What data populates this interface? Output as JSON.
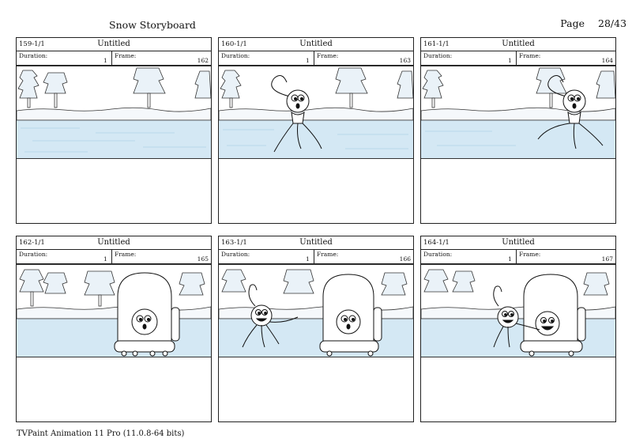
{
  "document": {
    "title": "Snow Storyboard",
    "page_label": "Page",
    "page_number": "28/43",
    "footer": "TVPaint Animation 11 Pro (11.0.8-64 bits)"
  },
  "labels": {
    "duration": "Duration:",
    "frame": "Frame:"
  },
  "panels": [
    {
      "id": "159-1/1",
      "name": "Untitled",
      "duration": "1",
      "frame": "162",
      "scene": "empty-landscape"
    },
    {
      "id": "160-1/1",
      "name": "Untitled",
      "duration": "1",
      "frame": "163",
      "scene": "small-creature"
    },
    {
      "id": "161-1/1",
      "name": "Untitled",
      "duration": "1",
      "frame": "164",
      "scene": "small-creature-walking"
    },
    {
      "id": "162-1/1",
      "name": "Untitled",
      "duration": "1",
      "frame": "165",
      "scene": "big-creature"
    },
    {
      "id": "163-1/1",
      "name": "Untitled",
      "duration": "1",
      "frame": "166",
      "scene": "both-creatures"
    },
    {
      "id": "164-1/1",
      "name": "Untitled",
      "duration": "1",
      "frame": "167",
      "scene": "both-creatures-hug"
    }
  ]
}
